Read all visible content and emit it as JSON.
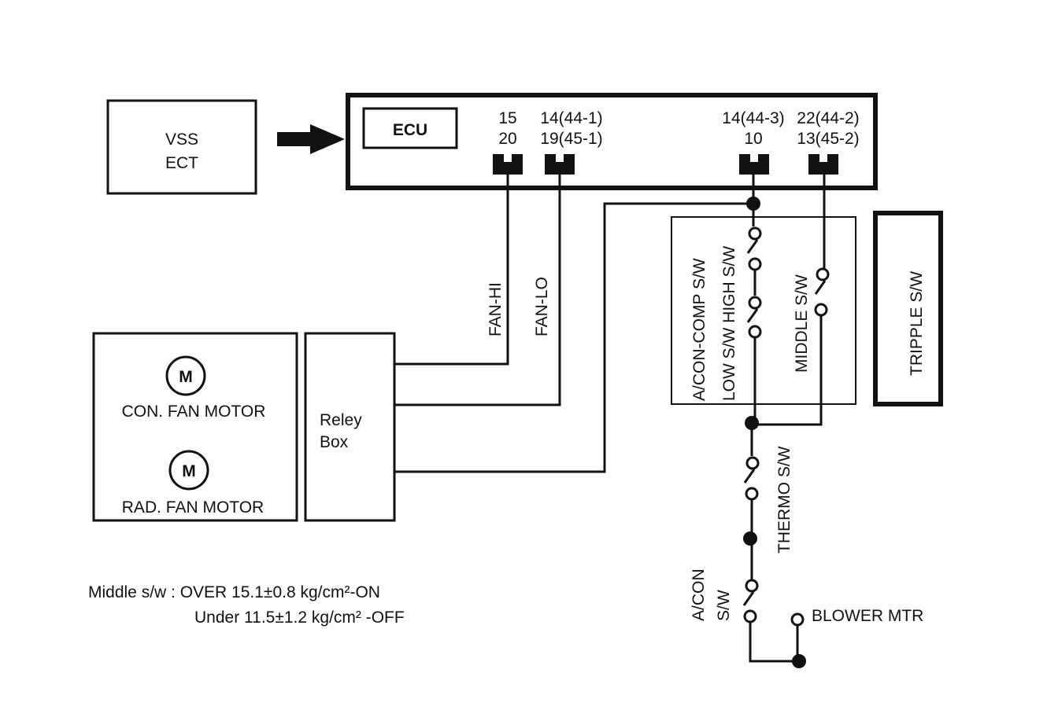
{
  "sources": {
    "vss": "VSS",
    "ect": "ECT"
  },
  "ecu": {
    "label": "ECU",
    "pins": {
      "p1_top": "15",
      "p1_bot": "20",
      "p2_top": "14(44-1)",
      "p2_bot": "19(45-1)",
      "p3_top": "14(44-3)",
      "p3_bot": "10",
      "p4_top": "22(44-2)",
      "p4_bot": "13(45-2)"
    }
  },
  "wires": {
    "fan_hi": "FAN-HI",
    "fan_lo": "FAN-LO"
  },
  "motors": {
    "symbol": "M",
    "con_fan": "CON. FAN MOTOR",
    "rad_fan": "RAD. FAN MOTOR"
  },
  "relay_box": {
    "line1": "Reley",
    "line2": "Box"
  },
  "switches": {
    "acon_comp": "A/CON-COMP S/W",
    "low_high": "LOW S/W HIGH S/W",
    "middle": "MIDDLE S/W",
    "tripple": "TRIPPLE S/W",
    "thermo": "THERMO S/W",
    "acon_line1": "A/CON",
    "acon_line2": "S/W",
    "blower": "BLOWER MTR"
  },
  "note": {
    "line1": "Middle s/w : OVER 15.1±0.8 kg/cm²-ON",
    "line2": "Under 11.5±1.2 kg/cm² -OFF"
  }
}
